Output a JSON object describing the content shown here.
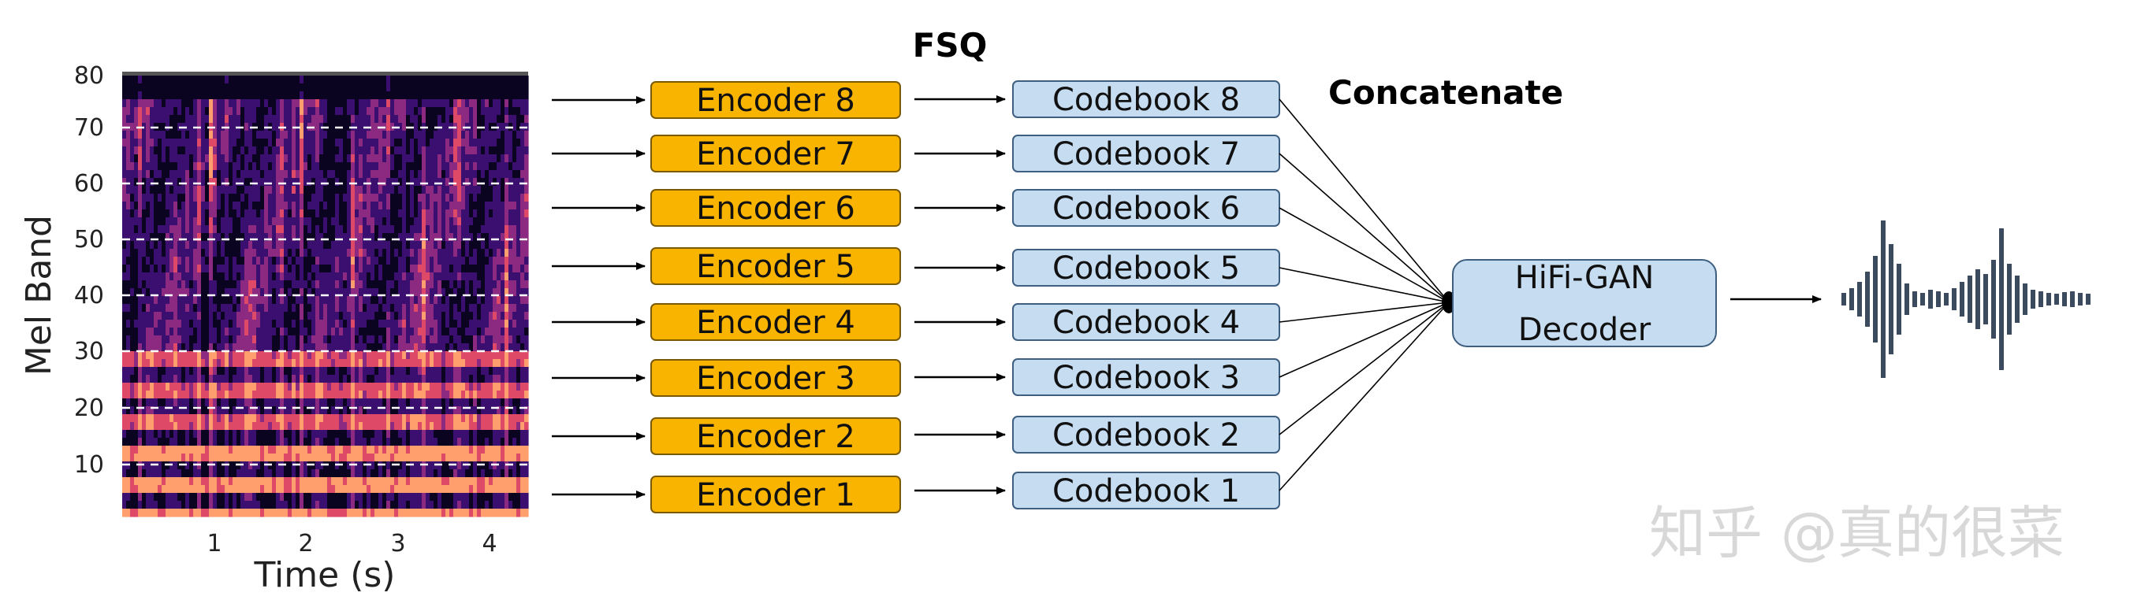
{
  "labels": {
    "fsq": "FSQ",
    "concatenate": "Concatenate",
    "decoder_line1": "HiFi-GAN",
    "decoder_line2": "Decoder"
  },
  "encoders": [
    "Encoder 8",
    "Encoder 7",
    "Encoder 6",
    "Encoder 5",
    "Encoder 4",
    "Encoder 3",
    "Encoder 2",
    "Encoder 1"
  ],
  "codebooks": [
    "Codebook 8",
    "Codebook 7",
    "Codebook 6",
    "Codebook 5",
    "Codebook 4",
    "Codebook 3",
    "Codebook 2",
    "Codebook 1"
  ],
  "spectrogram": {
    "y_axis_label": "Mel Band",
    "x_axis_label": "Time (s)",
    "y_ticks": [
      "80",
      "70",
      "60",
      "50",
      "40",
      "30",
      "20",
      "10"
    ],
    "x_ticks": [
      "1",
      "2",
      "3",
      "4"
    ],
    "colormap": [
      "#0b0420",
      "#3b0f70",
      "#8c2981",
      "#de4968",
      "#fe9f6d",
      "#fcfdbf"
    ]
  },
  "waveform": {
    "bar_color": "#3b4a5c",
    "bar_heights": [
      0.08,
      0.14,
      0.22,
      0.35,
      0.55,
      1.0,
      0.7,
      0.45,
      0.2,
      0.1,
      0.08,
      0.12,
      0.1,
      0.08,
      0.14,
      0.22,
      0.3,
      0.38,
      0.32,
      0.5,
      0.9,
      0.45,
      0.3,
      0.2,
      0.12,
      0.1,
      0.08,
      0.07,
      0.09,
      0.1,
      0.08,
      0.07
    ]
  },
  "watermark": "知乎 @真的很菜"
}
